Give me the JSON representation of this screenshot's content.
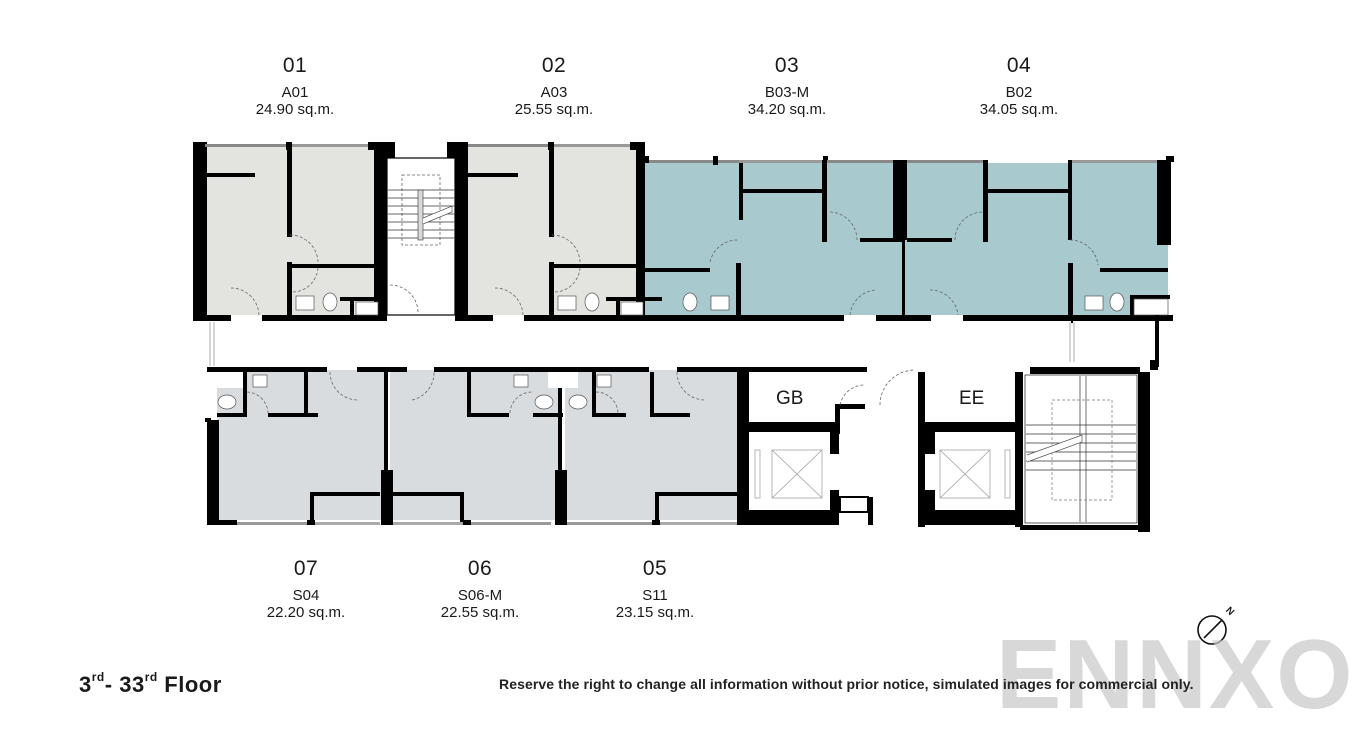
{
  "units_top": [
    {
      "number": "01",
      "type": "A01",
      "area": "24.90 sq.m.",
      "color": "#e3e4e0"
    },
    {
      "number": "02",
      "type": "A03",
      "area": "25.55 sq.m.",
      "color": "#e3e4e0"
    },
    {
      "number": "03",
      "type": "B03-M",
      "area": "34.20 sq.m.",
      "color": "#a8c9cd"
    },
    {
      "number": "04",
      "type": "B02",
      "area": "34.05 sq.m.",
      "color": "#a8c9cd"
    }
  ],
  "units_bottom": [
    {
      "number": "07",
      "type": "S04",
      "area": "22.20 sq.m.",
      "color": "#d9dcdf"
    },
    {
      "number": "06",
      "type": "S06-M",
      "area": "22.55 sq.m.",
      "color": "#d9dcdf"
    },
    {
      "number": "05",
      "type": "S11",
      "area": "23.15 sq.m.",
      "color": "#d9dcdf"
    }
  ],
  "service_rooms": {
    "gb": "GB",
    "ee": "EE"
  },
  "floor_title": {
    "ord1": "3",
    "sup1": "rd",
    "dash": "- ",
    "ord2": "33",
    "sup2": "rd",
    "word": " Floor"
  },
  "disclaimer": "Reserve the right to change all information without prior notice, simulated images for commercial only.",
  "compass": {
    "label": "N",
    "icon": "north-arrow-icon"
  },
  "watermark": "ENNXO",
  "colors": {
    "wall": "#000000",
    "unit_a": "#e3e4e0",
    "unit_b": "#a8c9cd",
    "unit_s": "#d9dcdf",
    "corridor": "#ffffff"
  }
}
